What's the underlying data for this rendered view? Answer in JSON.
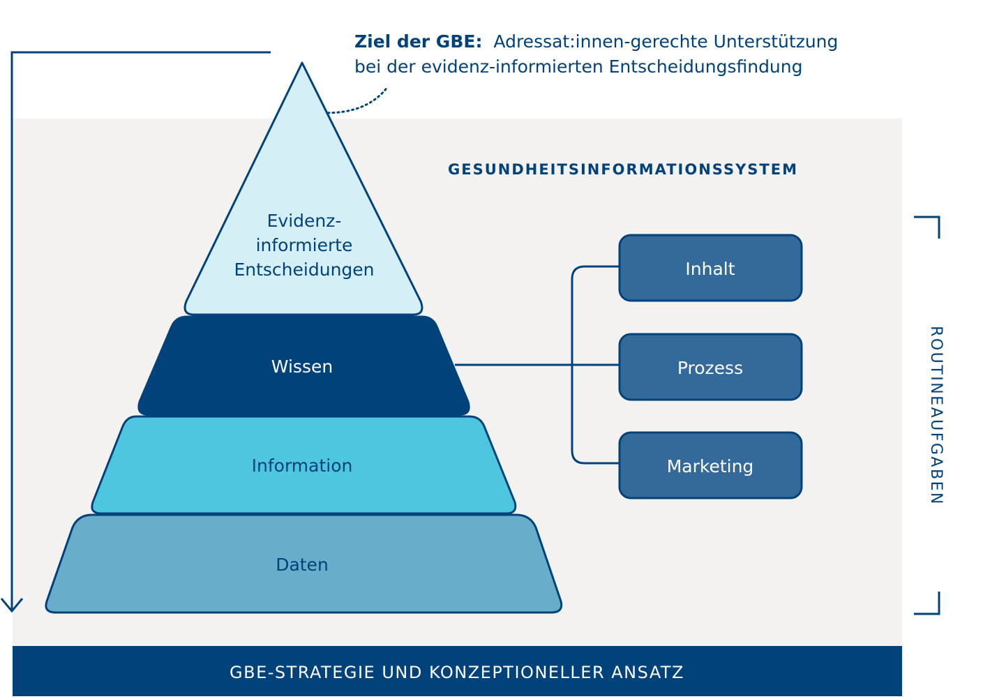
{
  "colors": {
    "navy": "#004279",
    "dark_blue": "#004279",
    "mid_blue": "#336A9A",
    "cyan": "#4EC6DF",
    "steel_blue": "#68AECB",
    "pale_blue": "#D4EFF5",
    "panel_gray": "#F3F2F1",
    "white": "#FFFFFF"
  },
  "goal": {
    "label_bold": "Ziel der GBE:",
    "line1_rest": "Adressat:innen-gerechte Unterstützung",
    "line2": "bei der evidenz-informierten Entscheidungsfindung"
  },
  "system_title": "GESUNDHEITSINFORMATIONSSYSTEM",
  "pyramid": {
    "top": [
      "Evidenz-",
      "informierte",
      "Entscheidungen"
    ],
    "level2": "Wissen",
    "level3": "Information",
    "level4": "Daten"
  },
  "boxes": [
    "Inhalt",
    "Prozess",
    "Marketing"
  ],
  "side_label": "ROUTINEAUFGABEN",
  "footer": "GBE-STRATEGIE UND KONZEPTIONELLER ANSATZ"
}
